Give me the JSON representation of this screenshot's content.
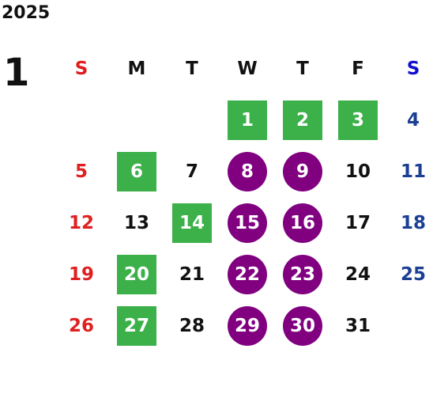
{
  "calendar": {
    "year": "2025",
    "month": "1",
    "weekdays": [
      "S",
      "M",
      "T",
      "W",
      "T",
      "F",
      "S"
    ],
    "colors": {
      "sunday": "#e02020",
      "saturday": "#1c3f94",
      "green_highlight": "#3cb14a",
      "purple_highlight": "#800080"
    },
    "weeks": [
      [
        {
          "day": "",
          "style": "blank"
        },
        {
          "day": "",
          "style": "blank"
        },
        {
          "day": "",
          "style": "blank"
        },
        {
          "day": "1",
          "style": "green"
        },
        {
          "day": "2",
          "style": "green"
        },
        {
          "day": "3",
          "style": "green"
        },
        {
          "day": "4",
          "style": "plain"
        }
      ],
      [
        {
          "day": "5",
          "style": "plain"
        },
        {
          "day": "6",
          "style": "green"
        },
        {
          "day": "7",
          "style": "plain"
        },
        {
          "day": "8",
          "style": "purple"
        },
        {
          "day": "9",
          "style": "purple"
        },
        {
          "day": "10",
          "style": "plain"
        },
        {
          "day": "11",
          "style": "plain"
        }
      ],
      [
        {
          "day": "12",
          "style": "plain"
        },
        {
          "day": "13",
          "style": "plain"
        },
        {
          "day": "14",
          "style": "green"
        },
        {
          "day": "15",
          "style": "purple"
        },
        {
          "day": "16",
          "style": "purple"
        },
        {
          "day": "17",
          "style": "plain"
        },
        {
          "day": "18",
          "style": "plain"
        }
      ],
      [
        {
          "day": "19",
          "style": "plain"
        },
        {
          "day": "20",
          "style": "green"
        },
        {
          "day": "21",
          "style": "plain"
        },
        {
          "day": "22",
          "style": "purple"
        },
        {
          "day": "23",
          "style": "purple"
        },
        {
          "day": "24",
          "style": "plain"
        },
        {
          "day": "25",
          "style": "plain"
        }
      ],
      [
        {
          "day": "26",
          "style": "plain"
        },
        {
          "day": "27",
          "style": "green"
        },
        {
          "day": "28",
          "style": "plain"
        },
        {
          "day": "29",
          "style": "purple"
        },
        {
          "day": "30",
          "style": "purple"
        },
        {
          "day": "31",
          "style": "plain"
        },
        {
          "day": "",
          "style": "blank"
        }
      ]
    ]
  }
}
